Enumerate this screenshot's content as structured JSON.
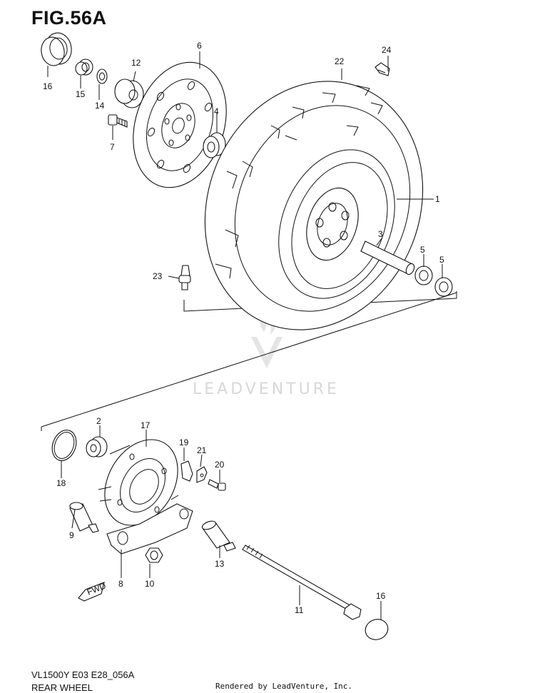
{
  "figure": {
    "title": "FIG.56A",
    "code": "VL1500Y E03 E28_056A",
    "name": "REAR WHEEL",
    "rendered_by": "Rendered by LeadVenture, Inc.",
    "watermark": "LEADVENTURE"
  },
  "callouts": {
    "p1": "1",
    "p2": "2",
    "p3": "3",
    "p4": "4",
    "p5a": "5",
    "p5b": "5",
    "p6": "6",
    "p7": "7",
    "p8": "8",
    "p9": "9",
    "p10": "10",
    "p11": "11",
    "p12": "12",
    "p13": "13",
    "p14": "14",
    "p15": "15",
    "p16a": "16",
    "p16b": "16",
    "p17": "17",
    "p18": "18",
    "p19": "19",
    "p20": "20",
    "p21": "21",
    "p22": "22",
    "p23": "23",
    "p24": "24"
  },
  "fwd_label": "FWD",
  "colors": {
    "line": "#111111",
    "watermark": "#d8d8d8",
    "background": "#ffffff"
  }
}
